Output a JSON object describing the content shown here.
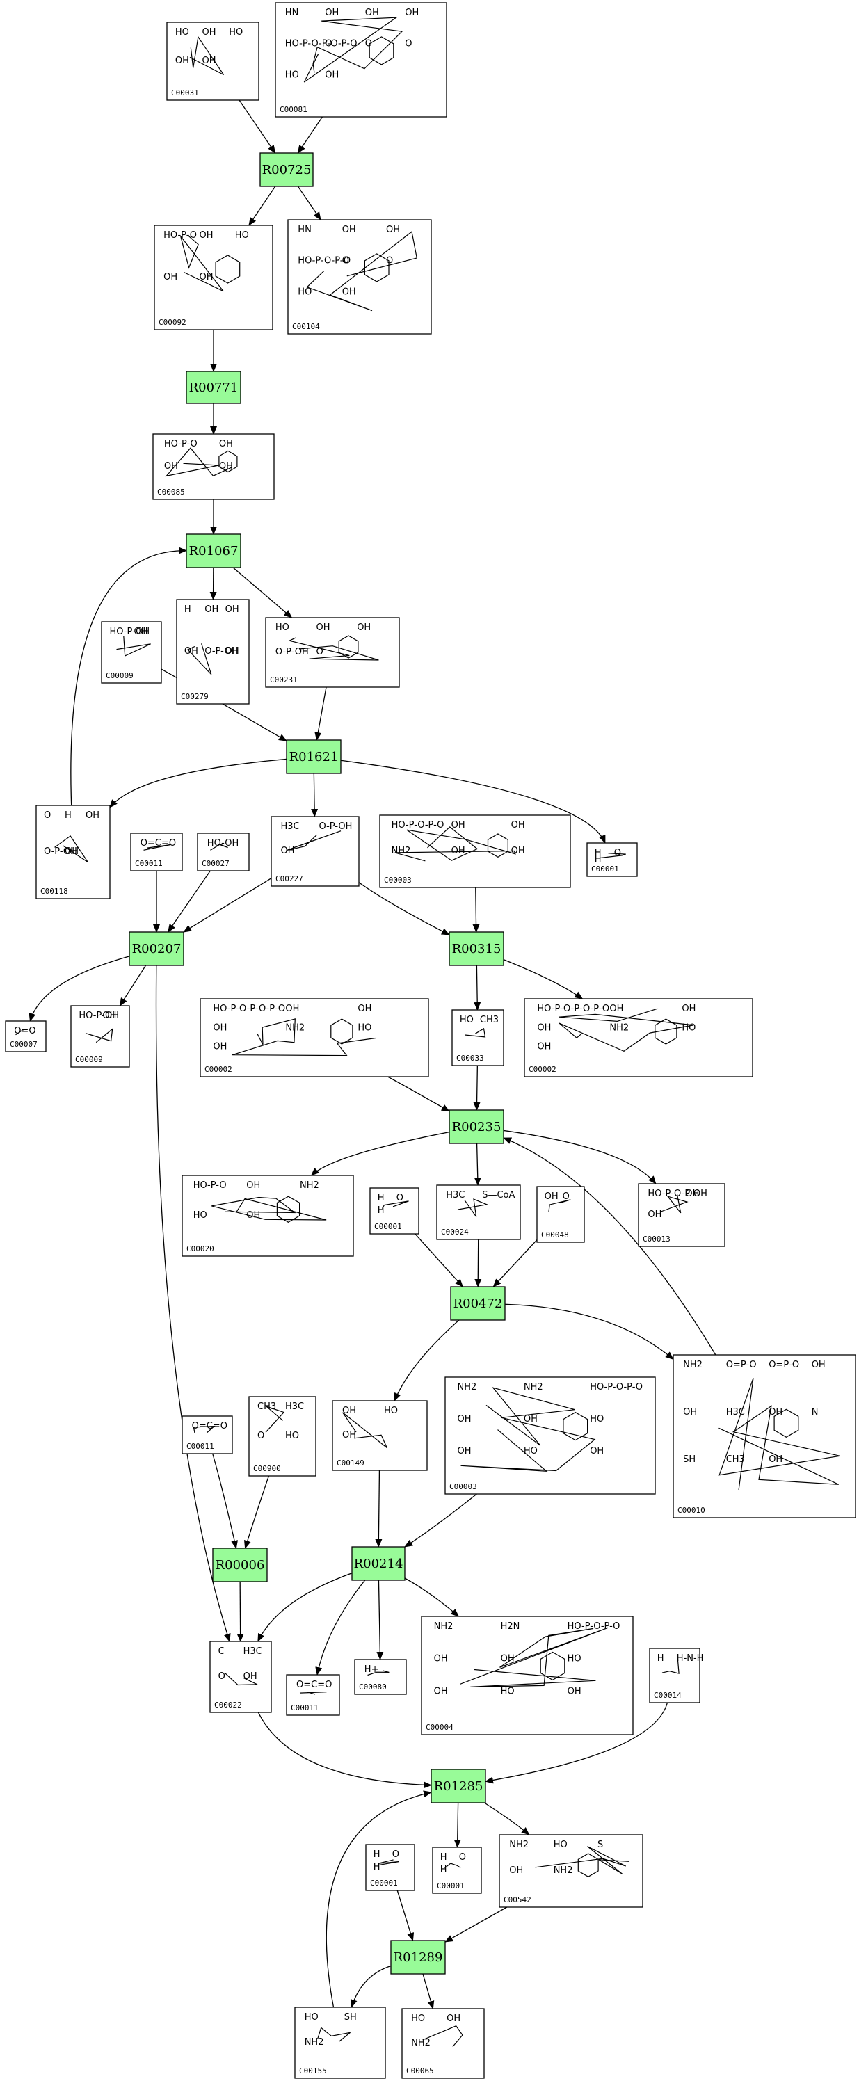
{
  "compounds": [
    {
      "id": "C00031",
      "label": "C00031",
      "formula": [
        "HO",
        "OH",
        "HO",
        "OH",
        "OH"
      ]
    },
    {
      "id": "C00081",
      "label": "C00081",
      "formula": [
        "HN",
        "OH",
        "OH",
        "OH",
        "HO-P-O-P-O-P-O",
        "O",
        "O",
        "O",
        "HO",
        "OH"
      ]
    },
    {
      "id": "C00092",
      "label": "C00092",
      "formula": [
        "HO-P-O",
        "OH",
        "HO",
        "OH",
        "OH"
      ]
    },
    {
      "id": "C00104",
      "label": "C00104",
      "formula": [
        "HN",
        "OH",
        "OH",
        "HO-P-O-P-O",
        "O",
        "O",
        "HO",
        "OH"
      ]
    },
    {
      "id": "C00085",
      "label": "C00085",
      "formula": [
        "HO-P-O",
        "OH",
        "OH",
        "OH"
      ]
    },
    {
      "id": "C00279",
      "label": "C00279",
      "formula": [
        "H",
        "OH",
        "OH",
        "OH",
        "O-P-OH",
        "OH"
      ]
    },
    {
      "id": "C00231",
      "label": "C00231",
      "formula": [
        "HO",
        "OH",
        "OH",
        "O-P-OH",
        "O"
      ]
    },
    {
      "id": "C00009a",
      "label": "C00009",
      "formula": [
        "HO-P-OH",
        "OH"
      ]
    },
    {
      "id": "C00118",
      "label": "C00118",
      "formula": [
        "O",
        "H",
        "OH",
        "O-P-OH",
        "OH"
      ]
    },
    {
      "id": "C00011a",
      "label": "C00011",
      "formula": [
        "O=C=O"
      ]
    },
    {
      "id": "C00027",
      "label": "C00027",
      "formula": [
        "HO-OH"
      ]
    },
    {
      "id": "C00227",
      "label": "C00227",
      "formula": [
        "H3C",
        "O-P-OH",
        "OH"
      ]
    },
    {
      "id": "C00003a",
      "label": "C00003",
      "formula": [
        "HO-P-O-P-O",
        "OH",
        "OH",
        "NH2",
        "OH",
        "OH"
      ]
    },
    {
      "id": "C00001a",
      "label": "C00001",
      "formula": [
        "H",
        "O",
        "H"
      ]
    },
    {
      "id": "C00007",
      "label": "C00007",
      "formula": [
        "O=O"
      ]
    },
    {
      "id": "C00009b",
      "label": "C00009",
      "formula": [
        "HO-P-OH",
        "OH"
      ]
    },
    {
      "id": "C00002a",
      "label": "C00002",
      "formula": [
        "HO-P-O-P-O-P-O",
        "OH",
        "OH",
        "OH",
        "NH2",
        "HO",
        "OH"
      ]
    },
    {
      "id": "C00033",
      "label": "C00033",
      "formula": [
        "HO",
        "CH3"
      ]
    },
    {
      "id": "C00002b",
      "label": "C00002",
      "formula": [
        "HO-P-O-P-O-P-O",
        "OH",
        "OH",
        "OH",
        "NH2",
        "HO",
        "OH"
      ]
    },
    {
      "id": "C00020",
      "label": "C00020",
      "formula": [
        "HO-P-O",
        "OH",
        "NH2",
        "HO",
        "OH"
      ]
    },
    {
      "id": "C00001b",
      "label": "C00001",
      "formula": [
        "H",
        "O",
        "H"
      ]
    },
    {
      "id": "C00024",
      "label": "C00024",
      "formula": [
        "H3C",
        "S—CoA"
      ]
    },
    {
      "id": "C00048",
      "label": "C00048",
      "formula": [
        "OH",
        "O"
      ]
    },
    {
      "id": "C00013",
      "label": "C00013",
      "formula": [
        "HO-P-O-P-OH",
        "OH",
        "OH"
      ]
    },
    {
      "id": "C00011b",
      "label": "C00011",
      "formula": [
        "O=C=O"
      ]
    },
    {
      "id": "C00900",
      "label": "C00900",
      "formula": [
        "CH3",
        "H3C",
        "O",
        "HO"
      ]
    },
    {
      "id": "C00149",
      "label": "C00149",
      "formula": [
        "OH",
        "HO",
        "OH"
      ]
    },
    {
      "id": "C00003b",
      "label": "C00003",
      "formula": [
        "NH2",
        "NH2",
        "HO-P-O-P-O",
        "OH",
        "OH",
        "HO",
        "OH",
        "HO",
        "OH"
      ]
    },
    {
      "id": "C00010",
      "label": "C00010",
      "formula": [
        "NH2",
        "O=P-O",
        "O=P-O",
        "OH",
        "OH",
        "H3C",
        "OH",
        "N",
        "SH",
        "CH3",
        "OH"
      ]
    },
    {
      "id": "C00022",
      "label": "C00022",
      "formula": [
        "C",
        "H3C",
        "O",
        "OH"
      ]
    },
    {
      "id": "C00011c",
      "label": "C00011",
      "formula": [
        "O=C=O"
      ]
    },
    {
      "id": "C00080",
      "label": "C00080",
      "formula": [
        "H+"
      ]
    },
    {
      "id": "C00004",
      "label": "C00004",
      "formula": [
        "NH2",
        "H2N",
        "HO-P-O-P-O",
        "OH",
        "OH",
        "HO",
        "OH",
        "HO",
        "OH"
      ]
    },
    {
      "id": "C00014",
      "label": "C00014",
      "formula": [
        "H",
        "H-N-H"
      ]
    },
    {
      "id": "C00001c",
      "label": "C00001",
      "formula": [
        "H",
        "O",
        "H"
      ]
    },
    {
      "id": "C00001d",
      "label": "C00001",
      "formula": [
        "H",
        "O",
        "H"
      ]
    },
    {
      "id": "C00542",
      "label": "C00542",
      "formula": [
        "NH2",
        "HO",
        "S",
        "OH",
        "NH2"
      ]
    },
    {
      "id": "C00155",
      "label": "C00155",
      "formula": [
        "HO",
        "SH",
        "NH2"
      ]
    },
    {
      "id": "C00065",
      "label": "C00065",
      "formula": [
        "HO",
        "OH",
        "NH2"
      ]
    }
  ],
  "reactions": [
    {
      "id": "R00725",
      "label": "R00725"
    },
    {
      "id": "R00771",
      "label": "R00771"
    },
    {
      "id": "R01067",
      "label": "R01067"
    },
    {
      "id": "R01621",
      "label": "R01621"
    },
    {
      "id": "R00207",
      "label": "R00207"
    },
    {
      "id": "R00315",
      "label": "R00315"
    },
    {
      "id": "R00235",
      "label": "R00235"
    },
    {
      "id": "R00472",
      "label": "R00472"
    },
    {
      "id": "R00006",
      "label": "R00006"
    },
    {
      "id": "R00214",
      "label": "R00214"
    },
    {
      "id": "R01285",
      "label": "R01285"
    },
    {
      "id": "R01289",
      "label": "R01289"
    }
  ],
  "edges": [
    [
      "C00031",
      "R00725"
    ],
    [
      "C00081",
      "R00725"
    ],
    [
      "R00725",
      "C00092"
    ],
    [
      "R00725",
      "C00104"
    ],
    [
      "C00092",
      "R00771"
    ],
    [
      "R00771",
      "C00085"
    ],
    [
      "C00085",
      "R01067"
    ],
    [
      "C00118",
      "R01067"
    ],
    [
      "R01067",
      "C00279"
    ],
    [
      "R01067",
      "C00231"
    ],
    [
      "C00231",
      "R01621"
    ],
    [
      "C00009a",
      "R01621"
    ],
    [
      "R01621",
      "C00118"
    ],
    [
      "R01621",
      "C00227"
    ],
    [
      "R01621",
      "C00001a"
    ],
    [
      "C00011a",
      "R00207"
    ],
    [
      "C00027",
      "R00207"
    ],
    [
      "C00227",
      "R00207"
    ],
    [
      "R00207",
      "C00007"
    ],
    [
      "R00207",
      "C00009b"
    ],
    [
      "R00207",
      "C00022"
    ],
    [
      "C00227",
      "R00315"
    ],
    [
      "C00003a",
      "R00315"
    ],
    [
      "R00315",
      "C00033"
    ],
    [
      "R00315",
      "C00002b"
    ],
    [
      "C00002a",
      "R00235"
    ],
    [
      "C00033",
      "R00235"
    ],
    [
      "C00010",
      "R00235"
    ],
    [
      "R00235",
      "C00020"
    ],
    [
      "R00235",
      "C00024"
    ],
    [
      "R00235",
      "C00013"
    ],
    [
      "C00001b",
      "R00472"
    ],
    [
      "C00024",
      "R00472"
    ],
    [
      "C00048",
      "R00472"
    ],
    [
      "R00472",
      "C00149"
    ],
    [
      "R00472",
      "C00010"
    ],
    [
      "C00011b",
      "R00006"
    ],
    [
      "C00900",
      "R00006"
    ],
    [
      "R00006",
      "C00022"
    ],
    [
      "C00149",
      "R00214"
    ],
    [
      "C00003b",
      "R00214"
    ],
    [
      "R00214",
      "C00022"
    ],
    [
      "R00214",
      "C00011c"
    ],
    [
      "R00214",
      "C00080"
    ],
    [
      "R00214",
      "C00004"
    ],
    [
      "C00022",
      "R01285"
    ],
    [
      "C00014",
      "R01285"
    ],
    [
      "C00155",
      "R01285"
    ],
    [
      "R01285",
      "C00001d"
    ],
    [
      "R01285",
      "C00542"
    ],
    [
      "C00001c",
      "R01289"
    ],
    [
      "C00542",
      "R01289"
    ],
    [
      "R01289",
      "C00155"
    ],
    [
      "R01289",
      "C00065"
    ]
  ]
}
